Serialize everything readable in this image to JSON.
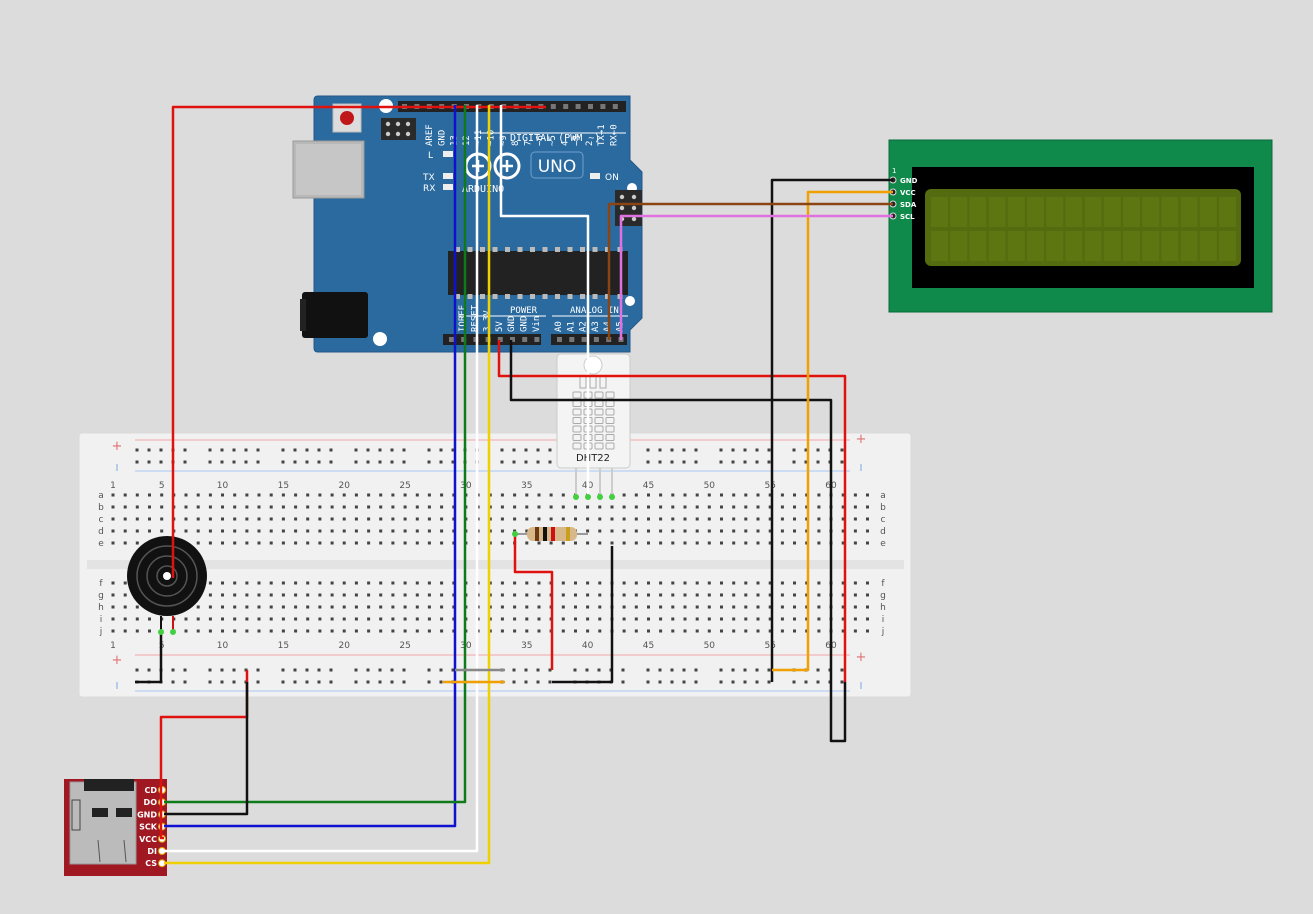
{
  "colors": {
    "background": "#dcdcdc",
    "arduino_board": "#2b6a9f",
    "lcd_pcb": "#0f8a4a",
    "lcd_screen": "#556b0f",
    "sd_board": "#a01822",
    "breadboard": "#f1f1f1",
    "wire_red": "#e0120f",
    "wire_black": "#111111",
    "wire_green": "#0f7a1a",
    "wire_blue": "#1010d0",
    "wire_white": "#ffffff",
    "wire_yellow": "#f0d000",
    "wire_orange": "#f0a000",
    "wire_brown": "#8b4513",
    "wire_pink": "#e070e0"
  },
  "arduino": {
    "digital_header": [
      "AREF",
      "GND",
      "13",
      "12",
      "~11",
      "~10",
      "~9",
      "8",
      "7",
      "~6",
      "~5",
      "4",
      "~3",
      "2",
      "TX→1",
      "RX←0"
    ],
    "digital_label": "DIGITAL (PWM ~)",
    "brand": "ARDUINO",
    "model": "UNO",
    "led_l": "L",
    "led_tx": "TX",
    "led_rx": "RX",
    "led_on": "ON",
    "power_label": "POWER",
    "analog_label": "ANALOG IN",
    "power_pins": [
      "IOREF",
      "RESET",
      "3.3V",
      "5V",
      "GND",
      "GND",
      "Vin"
    ],
    "analog_pins": [
      "A0",
      "A1",
      "A2",
      "A3",
      "A4",
      "A5"
    ]
  },
  "lcd": {
    "pin_one_label": "1",
    "pins": [
      "GND",
      "VCC",
      "SDA",
      "SCL"
    ]
  },
  "dht": {
    "label": "DHT22"
  },
  "breadboard": {
    "plus_sign": "+",
    "minus_sign": "-",
    "column_numbers": [
      "1",
      "5",
      "10",
      "15",
      "20",
      "25",
      "30",
      "35",
      "40",
      "45",
      "50",
      "55",
      "60"
    ],
    "rows_top": [
      "a",
      "b",
      "c",
      "d",
      "e"
    ],
    "rows_bottom": [
      "f",
      "g",
      "h",
      "i",
      "j"
    ]
  },
  "sd_module": {
    "pins": [
      "CD",
      "DO",
      "GND",
      "SCK",
      "VCC",
      "DI",
      "CS"
    ]
  }
}
